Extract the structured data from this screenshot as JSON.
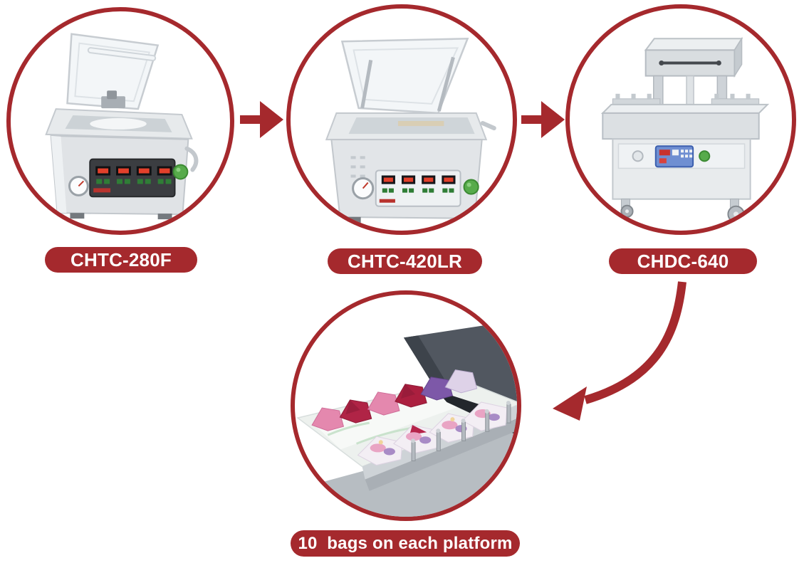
{
  "background_color": "#ffffff",
  "accent_color": "#a5292d",
  "label_text_color": "#ffffff",
  "steps": [
    {
      "label": "CHTC-280F",
      "image": "tabletop-vacuum-chamber-machine-photo"
    },
    {
      "label": "CHTC-420LR",
      "image": "tabletop-vacuum-chamber-machine-photo"
    },
    {
      "label": "CHDC-640",
      "image": "double-chamber-vacuum-machine-photo"
    },
    {
      "label": "10  bags on each platform",
      "image": "bags-on-platform-photo"
    }
  ],
  "connectors": [
    {
      "type": "block-arrow-right",
      "from": "CHTC-280F",
      "to": "CHTC-420LR"
    },
    {
      "type": "block-arrow-right",
      "from": "CHTC-420LR",
      "to": "CHDC-640"
    },
    {
      "type": "curved-arrow-down-left",
      "from": "CHDC-640",
      "to": "10  bags on each platform"
    }
  ]
}
